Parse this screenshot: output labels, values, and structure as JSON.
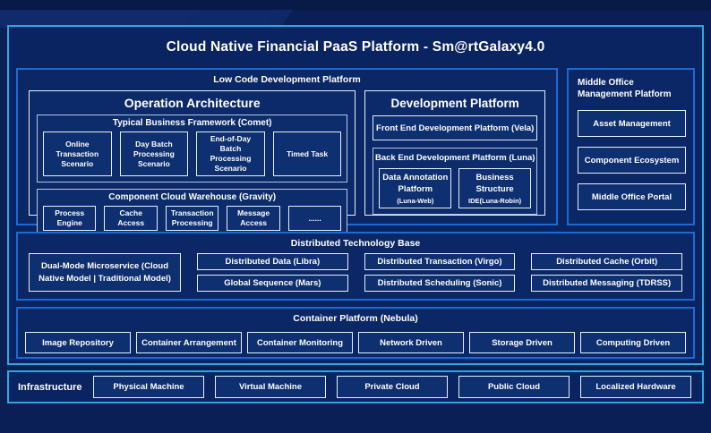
{
  "title": "Cloud Native Financial PaaS Platform - Sm@rtGalaxy4.0",
  "colors": {
    "background": "#0A1F55",
    "panel_background": "#0A2361",
    "box_background": "#0E2F70",
    "accent_cyan_border": "#2BA8E2",
    "section_blue_border": "#1C6BD3",
    "inner_white_border": "#E9EFF8",
    "text": "#FFFFFF"
  },
  "low_code": {
    "header": "Low Code Development Platform",
    "operation_architecture": {
      "title": "Operation Architecture",
      "typical_business": {
        "title": "Typical Business Framework (Comet)",
        "items": [
          "Online Transaction Scenario",
          "Day Batch Processing Scenario",
          "End-of-Day Batch Processing Scenario",
          "Timed Task"
        ]
      },
      "component_cloud": {
        "title": "Component Cloud Warehouse (Gravity)",
        "items": [
          "Process Engine",
          "Cache Access",
          "Transaction Processing",
          "Message Access",
          "......"
        ]
      }
    },
    "development_platform": {
      "title": "Development Platform",
      "front_end": "Front End Development Platform (Vela)",
      "back_end": {
        "title": "Back End Development Platform (Luna)",
        "items": [
          {
            "line1": "Data Annotation Platform",
            "line2": "(Luna-Web)"
          },
          {
            "line1": "Business Structure",
            "line2": "IDE(Luna-Robin)"
          }
        ]
      }
    }
  },
  "middle_office": {
    "header": "Middle Office Management Platform",
    "items": [
      "Asset Management",
      "Component Ecosystem",
      "Middle Office Portal"
    ]
  },
  "distributed": {
    "header": "Distributed Technology Base",
    "dual_mode": "Dual-Mode Microservice (Cloud Native Model | Traditional Model)",
    "grid": [
      "Distributed Data (Libra)",
      "Distributed Transaction (Virgo)",
      "Distributed Cache (Orbit)",
      "Global Sequence (Mars)",
      "Distributed Scheduling (Sonic)",
      "Distributed Messaging (TDRSS)"
    ]
  },
  "container_platform": {
    "header": "Container Platform (Nebula)",
    "items": [
      "Image Repository",
      "Container Arrangement",
      "Container Monitoring",
      "Network Driven",
      "Storage Driven",
      "Computing Driven"
    ]
  },
  "infrastructure": {
    "header": "Infrastructure",
    "items": [
      "Physical Machine",
      "Virtual Machine",
      "Private Cloud",
      "Public Cloud",
      "Localized Hardware"
    ]
  }
}
